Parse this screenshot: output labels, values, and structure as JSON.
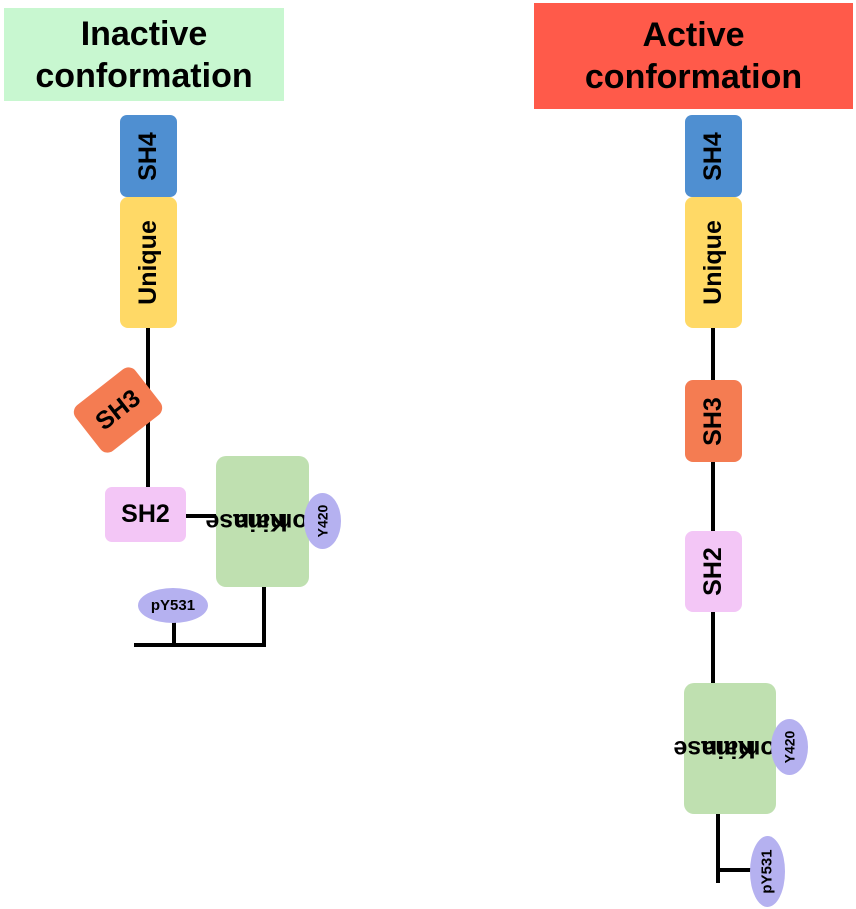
{
  "inactive": {
    "title_line1": "Inactive",
    "title_line2": "conformation",
    "title_color": "#c8f7d0",
    "domains": {
      "sh4": "SH4",
      "unique": "Unique",
      "sh3": "SH3",
      "sh2": "SH2",
      "kinase_line1": "Kinase",
      "kinase_line2": "domain"
    },
    "sites": {
      "y420": "Y420",
      "py531": "pY531"
    }
  },
  "active": {
    "title_line1": "Active",
    "title_line2": "conformation",
    "title_color": "#ff5a4a",
    "domains": {
      "sh4": "SH4",
      "unique": "Unique",
      "sh3": "SH3",
      "sh2": "SH2",
      "kinase_line1": "Kinase",
      "kinase_line2": "domain"
    },
    "sites": {
      "y420": "Y420",
      "py531": "pY531"
    }
  },
  "colors": {
    "sh4": "#4f8fd1",
    "unique": "#ffd966",
    "sh3": "#f47c52",
    "sh2": "#f3c6f6",
    "kinase": "#bfe0b0",
    "site": "#b5b1f0",
    "line": "#000000"
  }
}
